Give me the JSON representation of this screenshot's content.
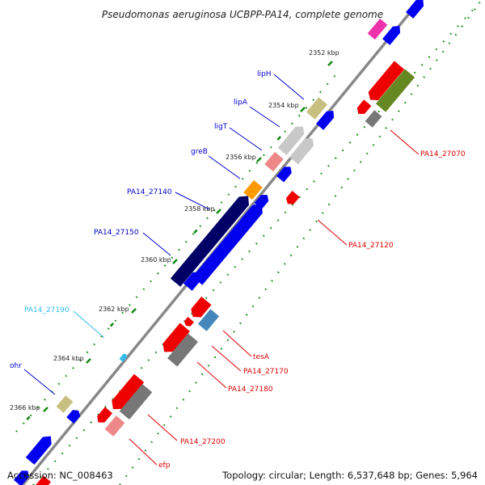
{
  "title": "Pseudomonas aeruginosa UCBPP-PA14, complete genome",
  "footer": {
    "accession": "Accession: NC_008463",
    "summary": "Topology: circular; Length: 6,537,648 bp; Genes: 5,964"
  },
  "ticks": [
    {
      "label": "2352 kbp",
      "kbp": 2352
    },
    {
      "label": "2354 kbp",
      "kbp": 2354
    },
    {
      "label": "2356 kbp",
      "kbp": 2356
    },
    {
      "label": "2358 kbp",
      "kbp": 2358
    },
    {
      "label": "2360 kbp",
      "kbp": 2360
    },
    {
      "label": "2362 kbp",
      "kbp": 2362
    },
    {
      "label": "2364 kbp",
      "kbp": 2364
    },
    {
      "label": "2366 kbp",
      "kbp": 2366
    }
  ],
  "gene_labels": [
    {
      "name": "lipH",
      "side": "left",
      "color": "#0000cc"
    },
    {
      "name": "lipA",
      "side": "left",
      "color": "#0000cc"
    },
    {
      "name": "ligT",
      "side": "left",
      "color": "#0000cc"
    },
    {
      "name": "greB",
      "side": "left",
      "color": "#0000cc"
    },
    {
      "name": "PA14_27140",
      "side": "left",
      "color": "#0000cc"
    },
    {
      "name": "PA14_27150",
      "side": "left",
      "color": "#0000cc"
    },
    {
      "name": "PA14_27190",
      "side": "left",
      "color": "#33bbee"
    },
    {
      "name": "ohr",
      "side": "left",
      "color": "#0000cc"
    },
    {
      "name": "PA14_27070",
      "side": "right",
      "color": "#dd0000"
    },
    {
      "name": "PA14_27120",
      "side": "right",
      "color": "#dd0000"
    },
    {
      "name": "tesA",
      "side": "right",
      "color": "#dd0000"
    },
    {
      "name": "PA14_27170",
      "side": "right",
      "color": "#dd0000"
    },
    {
      "name": "PA14_27180",
      "side": "right",
      "color": "#dd0000"
    },
    {
      "name": "PA14_27200",
      "side": "right",
      "color": "#dd0000"
    },
    {
      "name": "efp",
      "side": "right",
      "color": "#dd0000"
    }
  ],
  "feature_colors": {
    "cds_forward": "#0000ee",
    "cds_reverse": "#ee0000",
    "gene_dark": "#000066",
    "gene_olive": "#668822",
    "gene_khaki": "#c8c080",
    "gene_grey": "#777777",
    "gene_orange": "#ff9900",
    "gene_pink": "#ee8888",
    "gene_magenta": "#ee33aa",
    "gene_steelblue": "#4488bb",
    "gene_cyan": "#33bbee",
    "backbone": "#888888",
    "gc_marks": "#118811"
  }
}
